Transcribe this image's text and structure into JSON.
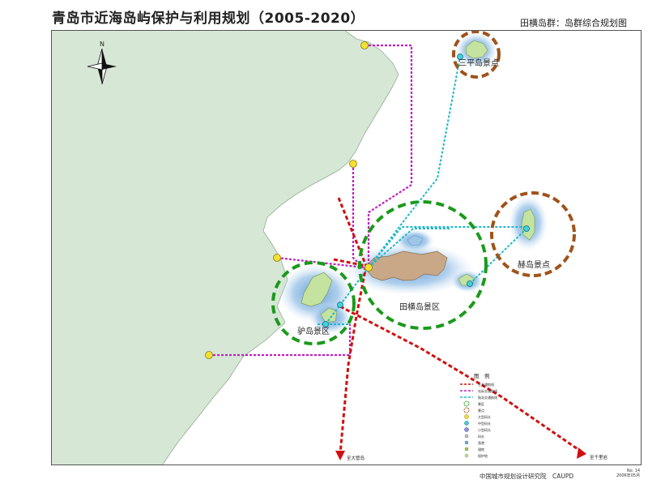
{
  "title": "青岛市近海岛屿保护与利用规划（2005-2020）",
  "subtitle": "田横岛群：岛群综合规划图",
  "north_label": "N",
  "areas": {
    "santiping": "三平岛景点",
    "tianheng": "田横岛景区",
    "lvdao": "驴岛景区",
    "hedao": "赫岛景点"
  },
  "destinations": {
    "left": "至大管岛",
    "right": "至千里岩"
  },
  "legend": {
    "title": "图　例",
    "items": [
      "主交通航线",
      "岛际交通航线",
      "陆岛交通航线",
      "景区",
      "景点",
      "大型码头",
      "中型码头",
      "小型码头",
      "码头",
      "渔港",
      "锚地",
      "保护地"
    ]
  },
  "footer": {
    "org": "中国城市规划设计研究院　CAUPD",
    "no": "No. 14",
    "date": "2006年05月"
  },
  "colors": {
    "sea": "#ffffff",
    "land": "#d7e7d6",
    "island_land": "#c4e2a0",
    "tianheng_land": "#c8a887",
    "shallow_water": "#7fb0dc",
    "main_route": "#d01010",
    "interisland_route": "#c020c0",
    "landisland_route": "#20b8c8",
    "scenic_area_circle": "#1a9a1a",
    "scenic_point_circle": "#a0521a"
  }
}
